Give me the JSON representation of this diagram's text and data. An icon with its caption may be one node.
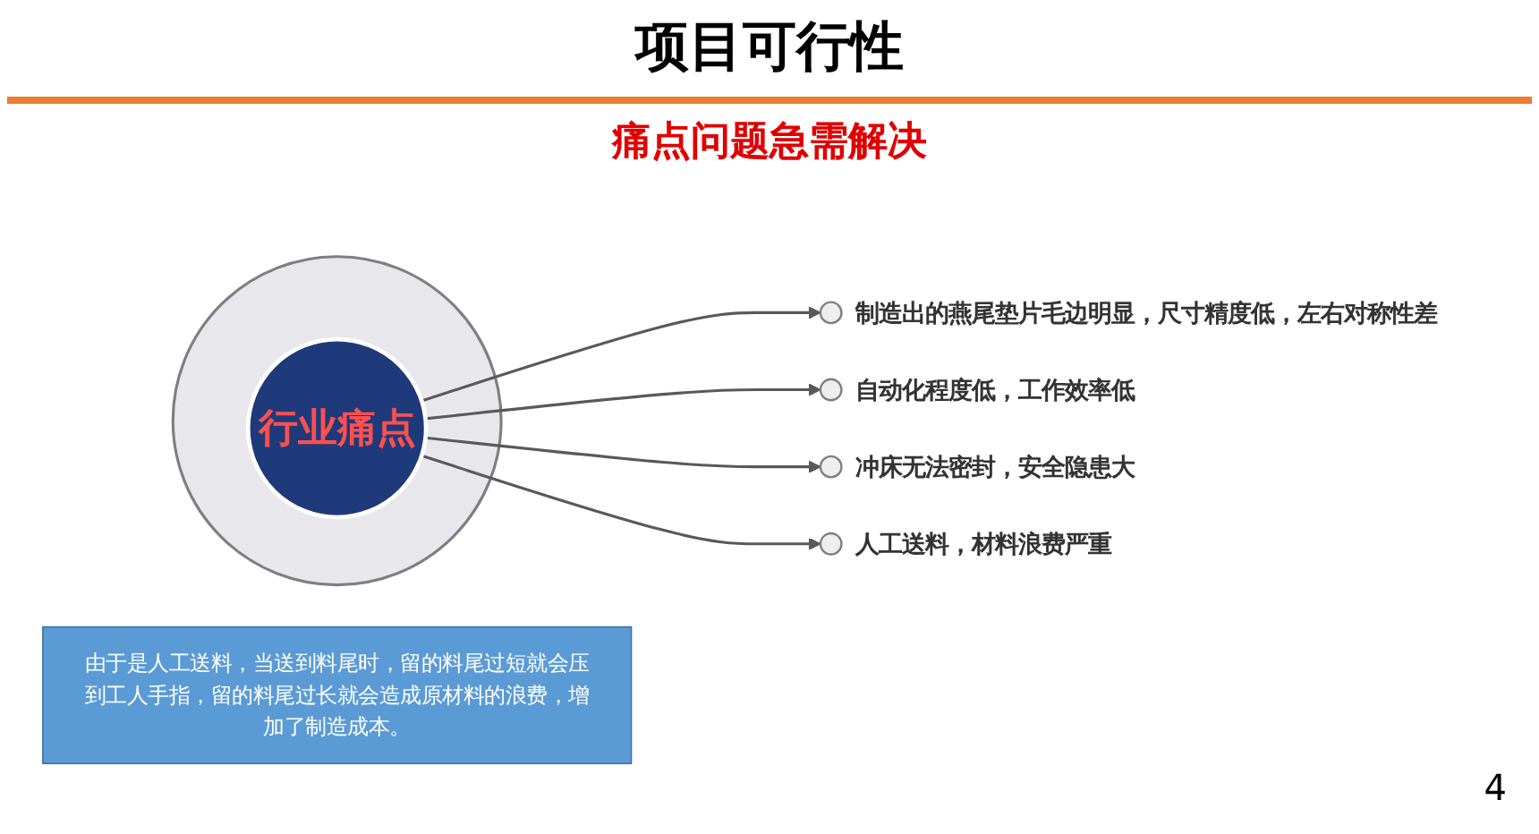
{
  "diagram": {
    "title": "项目可行性",
    "nodes": [
      {
        "text": [],
        "shape": "circle"
      },
      {
        "text": [
          "行业痛点"
        ],
        "in": 0
      },
      {
        "text": [],
        "shape": "circle",
        "beside": [
          "制造出的燕尾垫片毛边明显，尺寸精度低，左右对称性差"
        ]
      },
      {
        "text": [],
        "shape": "circle",
        "beside": [
          "自动化程度低，工作效率低"
        ]
      },
      {
        "text": [],
        "shape": "circle",
        "beside": [
          "冲床无法密封，安全隐患大"
        ]
      },
      {
        "text": [],
        "shape": "circle",
        "beside": [
          "人工送料，材料浪费严重"
        ]
      },
      {
        "text": [
          "由于是人工送料，当送到料尾时，留的料尾过短就会压到工人手指，留的料尾过长就会造成原材料的浪费，增加了制造成本。"
        ]
      }
    ],
    "edges": [
      {
        "from": 1,
        "to": 2,
        "arrow": "to"
      },
      {
        "from": 1,
        "to": 3,
        "arrow": "to"
      },
      {
        "from": 1,
        "to": 4,
        "arrow": "to"
      },
      {
        "from": 1,
        "to": 5,
        "arrow": "to"
      }
    ],
    "labels": [
      "痛点问题急需解决",
      "4"
    ]
  }
}
